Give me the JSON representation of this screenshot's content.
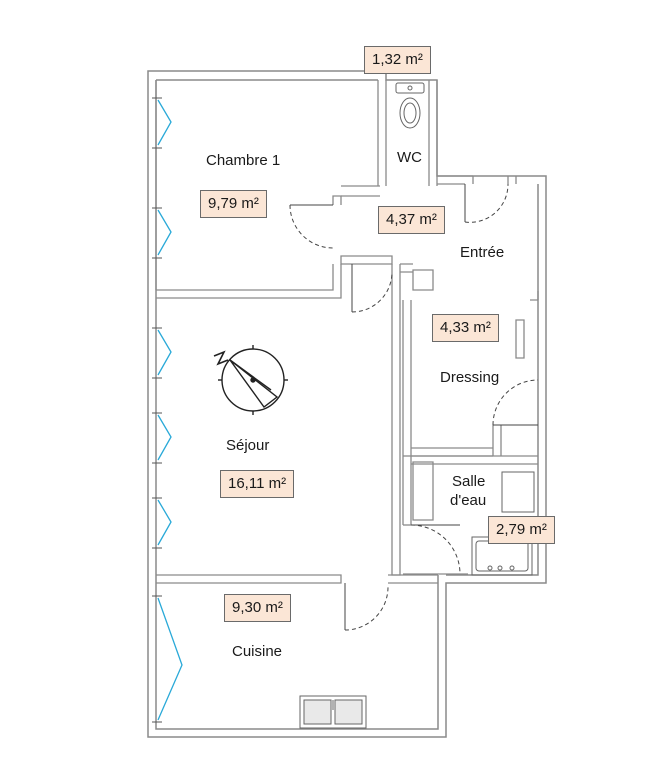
{
  "plan": {
    "rooms": [
      {
        "id": "chambre-1",
        "label": "Chambre 1",
        "area": "9,79 m²"
      },
      {
        "id": "wc",
        "label": "WC",
        "area": "1,32 m²"
      },
      {
        "id": "entree",
        "label": "Entrée",
        "area": "4,37 m²"
      },
      {
        "id": "dressing",
        "label": "Dressing",
        "area": "4,33 m²"
      },
      {
        "id": "sejour",
        "label": "Séjour",
        "area": "16,11 m²"
      },
      {
        "id": "salle-deau",
        "label_line1": "Salle",
        "label_line2": "d'eau",
        "area": "2,79 m²"
      },
      {
        "id": "cuisine",
        "label": "Cuisine",
        "area": "9,30 m²"
      }
    ],
    "colors": {
      "wall": "#8a8a8a",
      "window": "#29a9d8",
      "badge_fill": "#fbe6d6",
      "text": "#1a1a1a"
    },
    "compass_icon": "compass-north-icon"
  }
}
